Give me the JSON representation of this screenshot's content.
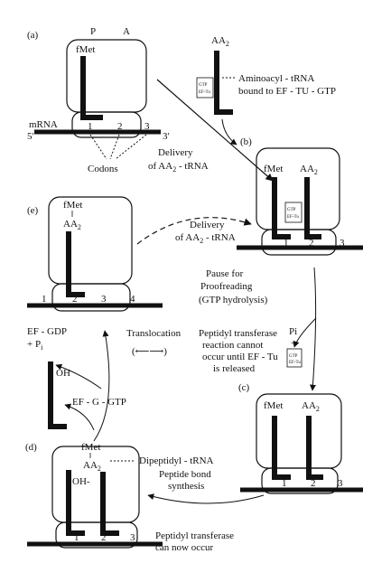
{
  "panels": {
    "a": "(a)",
    "b": "(b)",
    "c": "(c)",
    "d": "(d)",
    "e": "(e)"
  },
  "site_labels": {
    "p": "P",
    "a": "A"
  },
  "residues": {
    "fmet": "fMet",
    "aa2": "AA",
    "aa2_sub": "2"
  },
  "numbers": {
    "n1": "1",
    "n2": "2",
    "n3": "3",
    "n4": "4"
  },
  "labels": {
    "mrna": "mRNA",
    "five_prime": "5′",
    "three_prime": "3′",
    "codons": "Codons",
    "aminoacyl_line1": "Aminoacyl - tRNA",
    "aminoacyl_line2": "bound to EF - TU - GTP",
    "delivery1_line1": "Delivery",
    "delivery1_line2_a": "of AA",
    "delivery1_line2_sub": "2",
    "delivery1_line2_b": " - tRNA",
    "delivery2_line1": "Delivery",
    "delivery2_line2_a": "of AA",
    "delivery2_line2_sub": "2",
    "delivery2_line2_b": " - tRNA",
    "pause1": "Pause for",
    "pause2": "Proofreading",
    "pause3": "(GTP hydrolysis)",
    "pt_line1": "Peptidyl transferase",
    "pt_line2": "reaction cannot",
    "pt_line3": "occur until EF - Tu",
    "pt_line4": "is released",
    "pi": "Pi",
    "plus": "+",
    "gtp": "GTP",
    "eftu": "EF-Tu",
    "ef_gdp": "EF - GDP",
    "plus_pi": "+ P",
    "plus_pi_sub": "i",
    "translocation": "Translocation",
    "bidir_arrow": "(⟵⟶)",
    "oh": "OH",
    "oh_dash": "OH-",
    "ef_g_gtp": "EF - G - GTP",
    "dipeptidyl": "Dipeptidyl - tRNA",
    "peptide_bond1": "Peptide bond",
    "peptide_bond2": "synthesis",
    "pt_now1": "Peptidyl transferase",
    "pt_now2": "can now occur"
  }
}
